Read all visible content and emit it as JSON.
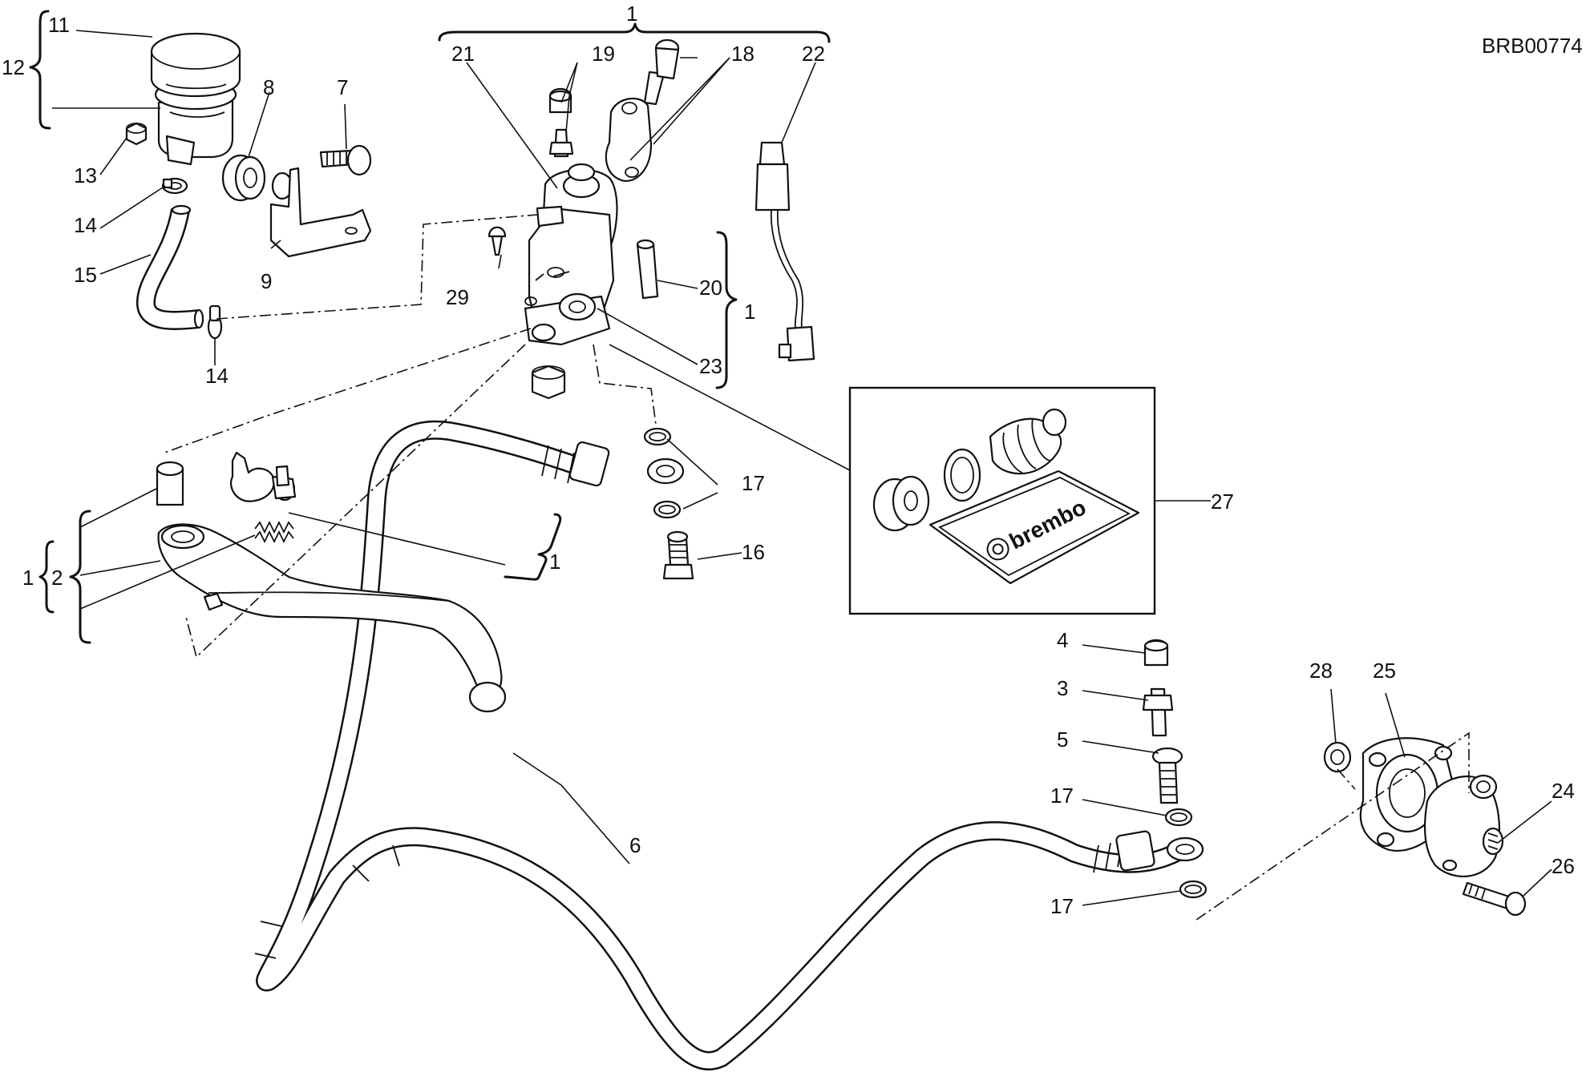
{
  "diagram_code": "BRB00774",
  "callouts": {
    "n1_top": "1",
    "n1_right": "1",
    "n1_lever": "1",
    "n1_left": "1",
    "n2": "2",
    "n3": "3",
    "n4": "4",
    "n5": "5",
    "n6": "6",
    "n7": "7",
    "n8": "8",
    "n9": "9",
    "n11": "11",
    "n12": "12",
    "n13": "13",
    "n14a": "14",
    "n14b": "14",
    "n15": "15",
    "n16": "16",
    "n17a": "17",
    "n17b": "17",
    "n17c": "17",
    "n18": "18",
    "n19": "19",
    "n20": "20",
    "n21": "21",
    "n22": "22",
    "n23": "23",
    "n24": "24",
    "n25": "25",
    "n26": "26",
    "n27": "27",
    "n28": "28",
    "n29": "29"
  },
  "kit_logo_text": "brembo"
}
